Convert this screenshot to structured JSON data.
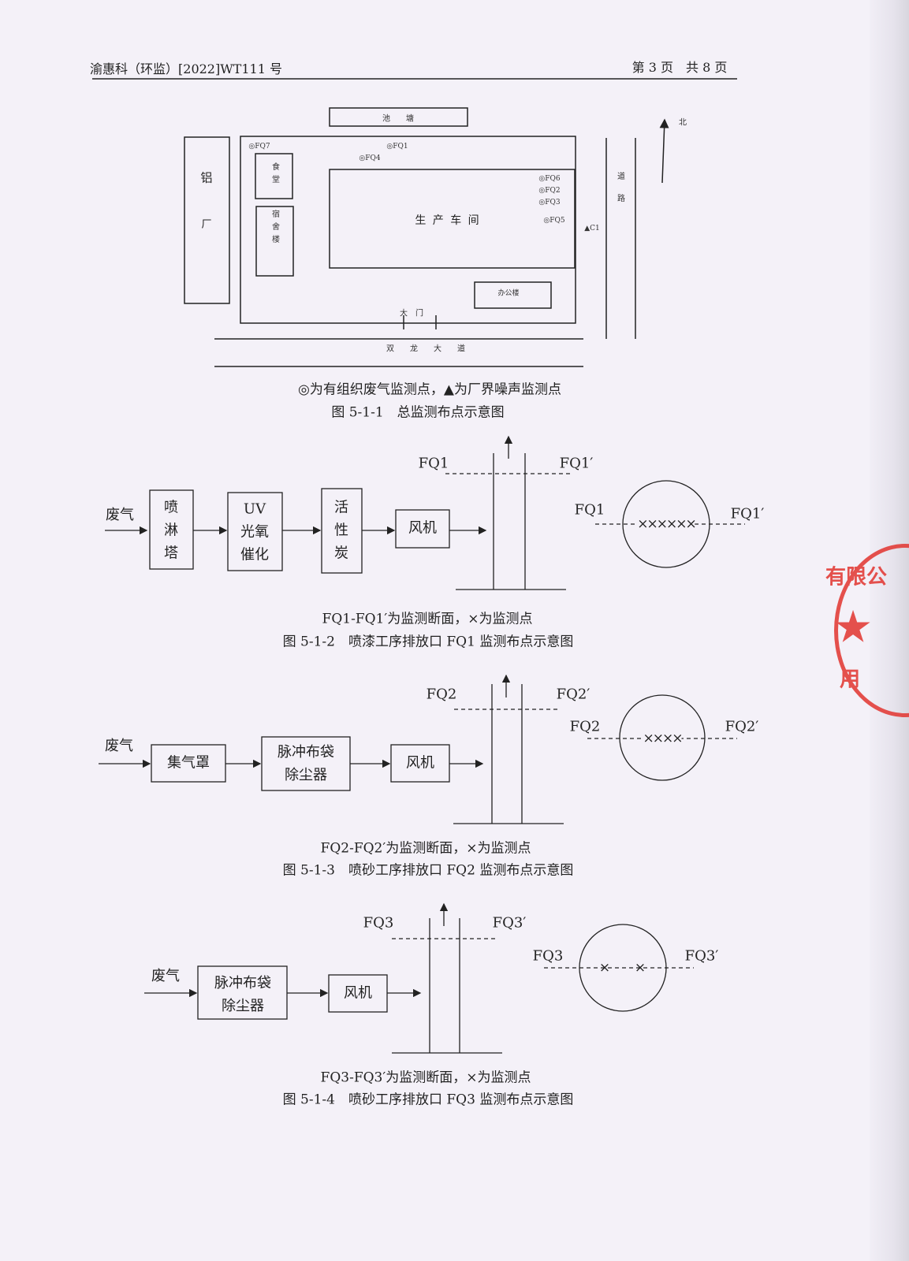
{
  "header": {
    "doc_number": "渝惠科（环监）[2022]WT111 号",
    "page_info": "第 3 页　共 8 页"
  },
  "fig1": {
    "pond": "池　　塘",
    "aluminum_plant": "铝",
    "plant_char": "厂",
    "canteen": "食堂",
    "dormitory": "宿舍楼",
    "workshop": "生 产 车 间",
    "office": "办公楼",
    "gate": "大　门",
    "avenue": "双　　龙　　大　　道",
    "road": "道路",
    "north": "北",
    "points": [
      "◎FQ7",
      "◎FQ1",
      "◎FQ4",
      "◎FQ6",
      "◎FQ2",
      "◎FQ3",
      "◎FQ5"
    ],
    "noise_point": "▲C1",
    "legend": "◎为有组织废气监测点，▲为厂界噪声监测点",
    "caption": "图 5-1-1　总监测布点示意图"
  },
  "fig2": {
    "input": "废气",
    "boxes": [
      "喷淋塔",
      "UV光氧催化",
      "活性炭",
      "风机"
    ],
    "sec_left": "FQ1",
    "sec_right": "FQ1′",
    "circle_left": "FQ1",
    "circle_right": "FQ1′",
    "points": "××××××",
    "note": "FQ1-FQ1′为监测断面，×为监测点",
    "caption": "图 5-1-2　喷漆工序排放口 FQ1 监测布点示意图"
  },
  "fig3": {
    "input": "废气",
    "boxes": [
      "集气罩",
      "脉冲布袋除尘器",
      "风机"
    ],
    "sec_left": "FQ2",
    "sec_right": "FQ2′",
    "circle_left": "FQ2",
    "circle_right": "FQ2′",
    "points": "××××",
    "note": "FQ2-FQ2′为监测断面，×为监测点",
    "caption": "图 5-1-3　喷砂工序排放口 FQ2 监测布点示意图"
  },
  "fig4": {
    "input": "废气",
    "boxes": [
      "脉冲布袋除尘器",
      "风机"
    ],
    "sec_left": "FQ3",
    "sec_right": "FQ3′",
    "circle_left": "FQ3",
    "circle_right": "FQ3′",
    "points": [
      "×",
      "×"
    ],
    "note": "FQ3-FQ3′为监测断面，×为监测点",
    "caption": "图 5-1-4　喷砂工序排放口 FQ3 监测布点示意图"
  },
  "stamp": {
    "text_top": "有限公",
    "text_bottom": "用",
    "star": "★"
  }
}
